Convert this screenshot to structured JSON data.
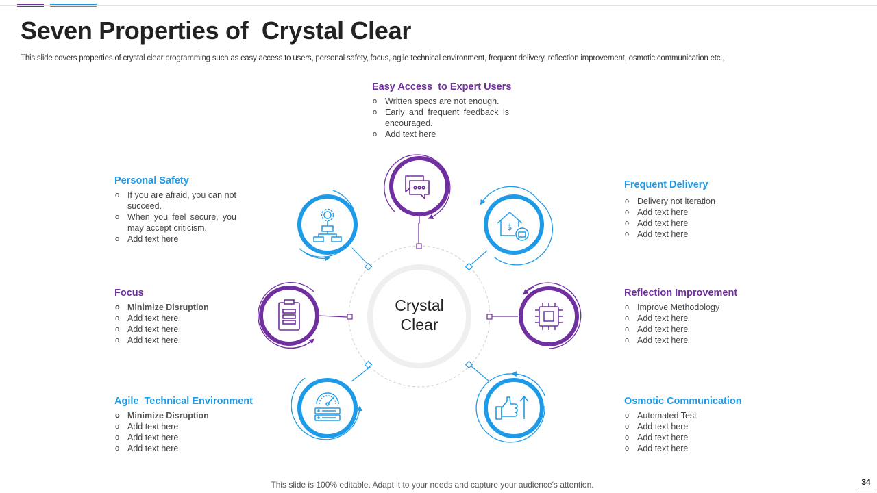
{
  "title": "Seven Properties of  Crystal Clear",
  "subtitle": "This slide covers properties of crystal clear programming such as easy access to users, personal safety, focus, agile technical environment, frequent delivery, reflection improvement, osmotic communication etc.,",
  "center": {
    "line1": "Crystal",
    "line2": "Clear"
  },
  "colors": {
    "purple": "#7030a0",
    "blue": "#1e9be8"
  },
  "properties": {
    "easy_access": {
      "heading": "Easy Access  to Expert Users",
      "icon": "chat-bubbles-icon",
      "items": [
        "Written specs are not enough.",
        "Early and frequent  feedback is encouraged.",
        "Add text here"
      ]
    },
    "personal_safety": {
      "heading": "Personal Safety",
      "icon": "gear-hierarchy-icon",
      "items": [
        "If you are afraid,  you can not succeed.",
        "When you feel secure, you may accept criticism.",
        "Add text here"
      ]
    },
    "focus": {
      "heading": "Focus",
      "icon": "clipboard-icon",
      "items": [
        "Minimize Disruption",
        "Add text here",
        "Add text here",
        "Add text here"
      ]
    },
    "agile": {
      "heading": "Agile  Technical Environment",
      "icon": "speedometer-server-icon",
      "items": [
        "Minimize Disruption",
        "Add text here",
        "Add text here",
        "Add text here"
      ]
    },
    "frequent_delivery": {
      "heading": "Frequent Delivery",
      "icon": "house-money-icon",
      "items": [
        "Delivery  not iteration",
        "Add text here",
        "Add text here",
        "Add text here"
      ]
    },
    "reflection": {
      "heading": "Reflection Improvement",
      "icon": "cpu-chip-icon",
      "items": [
        "Improve  Methodology",
        "Add text here",
        "Add text here",
        "Add text here"
      ]
    },
    "osmotic": {
      "heading": "Osmotic Communication",
      "icon": "thumbs-up-arrow-icon",
      "items": [
        "Automated Test",
        "Add text here",
        "Add text here",
        "Add text here"
      ]
    }
  },
  "footer": "This slide is 100% editable. Adapt it to your needs and capture your audience's attention.",
  "page_number": "34"
}
